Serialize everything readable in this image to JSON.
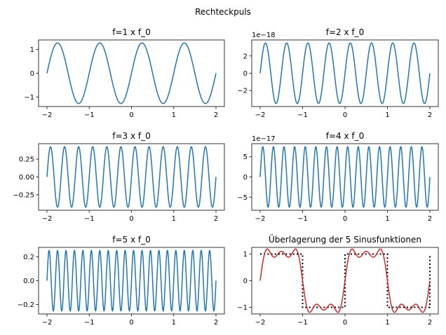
{
  "figure_title": "Rechteckpuls",
  "colors": {
    "harmonic_line": "#1f77b4",
    "sum_line": "#d62728",
    "square_line": "#000000"
  },
  "chart_data": [
    {
      "type": "line",
      "title": "f=1 x f_0",
      "xlabel": "",
      "ylabel": "",
      "function": "sine",
      "frequency_hz": 1,
      "amplitude": 1.2732,
      "xlim": [
        -2,
        2
      ],
      "ylim": [
        -1.4,
        1.4
      ],
      "xticks": [
        -2,
        -1,
        0,
        1,
        2
      ],
      "xtick_labels": [
        "−2",
        "−1",
        "0",
        "1",
        "2"
      ],
      "yticks": [
        -1,
        0,
        1
      ],
      "ytick_labels": [
        "−1",
        "0",
        "1"
      ],
      "offset_label": "",
      "grid": false
    },
    {
      "type": "line",
      "title": "f=2 x f_0",
      "xlabel": "",
      "ylabel": "",
      "function": "sine",
      "frequency_hz": 2,
      "amplitude": 3.5e-18,
      "xlim": [
        -2,
        2
      ],
      "ylim": [
        -3.85e-18,
        3.85e-18
      ],
      "xticks": [
        -2,
        -1,
        0,
        1,
        2
      ],
      "xtick_labels": [
        "−2",
        "−1",
        "0",
        "1",
        "2"
      ],
      "yticks": [
        -2e-18,
        0,
        2e-18
      ],
      "ytick_labels": [
        "−2",
        "0",
        "2"
      ],
      "offset_label": "1e−18",
      "grid": false
    },
    {
      "type": "line",
      "title": "f=3 x f_0",
      "xlabel": "",
      "ylabel": "",
      "function": "sine",
      "frequency_hz": 3,
      "amplitude": 0.4244,
      "xlim": [
        -2,
        2
      ],
      "ylim": [
        -0.467,
        0.467
      ],
      "xticks": [
        -2,
        -1,
        0,
        1,
        2
      ],
      "xtick_labels": [
        "−2",
        "−1",
        "0",
        "1",
        "2"
      ],
      "yticks": [
        -0.25,
        0,
        0.25
      ],
      "ytick_labels": [
        "−0.25",
        "0.00",
        "0.25"
      ],
      "offset_label": "",
      "grid": false
    },
    {
      "type": "line",
      "title": "f=4 x f_0",
      "xlabel": "",
      "ylabel": "",
      "function": "sine",
      "frequency_hz": 4,
      "amplitude": 7.5e-17,
      "xlim": [
        -2,
        2
      ],
      "ylim": [
        -8.25e-17,
        8.25e-17
      ],
      "xticks": [
        -2,
        -1,
        0,
        1,
        2
      ],
      "xtick_labels": [
        "−2",
        "−1",
        "0",
        "1",
        "2"
      ],
      "yticks": [
        -5e-17,
        0,
        5e-17
      ],
      "ytick_labels": [
        "−5",
        "0",
        "5"
      ],
      "offset_label": "1e−17",
      "grid": false
    },
    {
      "type": "line",
      "title": "f=5 x f_0",
      "xlabel": "",
      "ylabel": "",
      "function": "sine",
      "frequency_hz": 5,
      "amplitude": 0.2546,
      "xlim": [
        -2,
        2
      ],
      "ylim": [
        -0.28,
        0.28
      ],
      "xticks": [
        -2,
        -1,
        0,
        1,
        2
      ],
      "xtick_labels": [
        "−2",
        "−1",
        "0",
        "1",
        "2"
      ],
      "yticks": [
        -0.2,
        0,
        0.2
      ],
      "ytick_labels": [
        "−0.2",
        "0.0",
        "0.2"
      ],
      "offset_label": "",
      "grid": false
    },
    {
      "type": "line",
      "title": "Überlagerung der 5 Sinusfunktionen",
      "xlabel": "",
      "ylabel": "",
      "function": "fourier_sum",
      "harmonics": [
        1,
        3,
        5
      ],
      "amplitudes": [
        1.2732,
        0.4244,
        0.2546
      ],
      "square_wave": {
        "period": 2,
        "amplitude": 1,
        "style": "dotted"
      },
      "xlim": [
        -2,
        2
      ],
      "ylim": [
        -1.25,
        1.25
      ],
      "xticks": [
        -2,
        -1,
        0,
        1,
        2
      ],
      "xtick_labels": [
        "−2",
        "−1",
        "0",
        "1",
        "2"
      ],
      "yticks": [
        -1,
        0,
        1
      ],
      "ytick_labels": [
        "−1",
        "0",
        "1"
      ],
      "offset_label": "",
      "grid": false
    }
  ]
}
